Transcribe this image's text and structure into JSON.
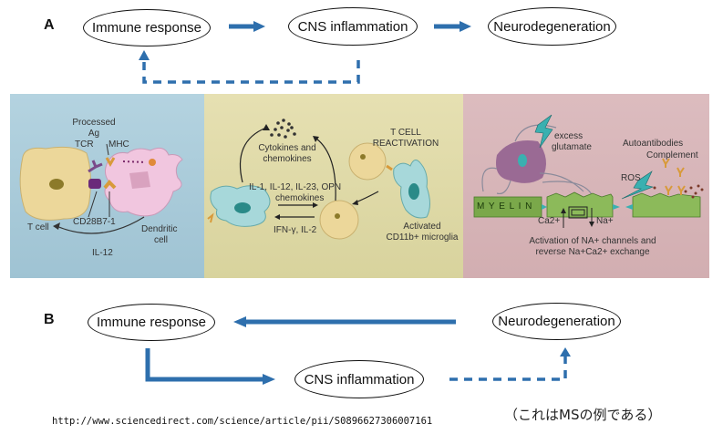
{
  "panel_a": {
    "label": "A",
    "nodes": [
      "Immune response",
      "CNS inflammation",
      "Neurodegeneration"
    ]
  },
  "illustration": {
    "left": {
      "processed": "Processed",
      "ag": "Ag",
      "tcr": "TCR",
      "mhc": "MHC",
      "cd28": "CD28B7-1",
      "tcell": "T cell",
      "dendritic": "Dendritic",
      "cell": "cell",
      "il12": "IL-12"
    },
    "middle": {
      "cytokines": "Cytokines and",
      "chemokines": "chemokines",
      "il_list": "IL-1, IL-12, IL-23, OPN",
      "il_chemokines": "chemokines",
      "ifn": "IFN-γ, IL-2",
      "tcell_reactivation_1": "T CELL",
      "tcell_reactivation_2": "REACTIVATION",
      "activated": "Activated",
      "microglia": "CD11b+ microglia"
    },
    "right": {
      "excess": "excess",
      "glutamate": "glutamate",
      "autoantibodies": "Autoantibodies",
      "complement": "Complement",
      "ros": "ROS",
      "myelin": "M Y E L I N",
      "ca": "Ca2+",
      "na": "Na+",
      "activation_1": "Activation of NA+ channels and",
      "activation_2": "reverse Na+Ca2+ exchange"
    }
  },
  "panel_b": {
    "label": "B",
    "nodes": [
      "Immune response",
      "Neurodegeneration",
      "CNS inflammation"
    ]
  },
  "footer": {
    "url": "http://www.sciencedirect.com/science/article/pii/S0896627306007161",
    "note": "（これはMSの例である）"
  },
  "colors": {
    "arrow": "#2e6fad",
    "band_blue": "#a9cbd9",
    "band_yellow": "#e2dcaa",
    "band_pink": "#d9b3b6"
  }
}
